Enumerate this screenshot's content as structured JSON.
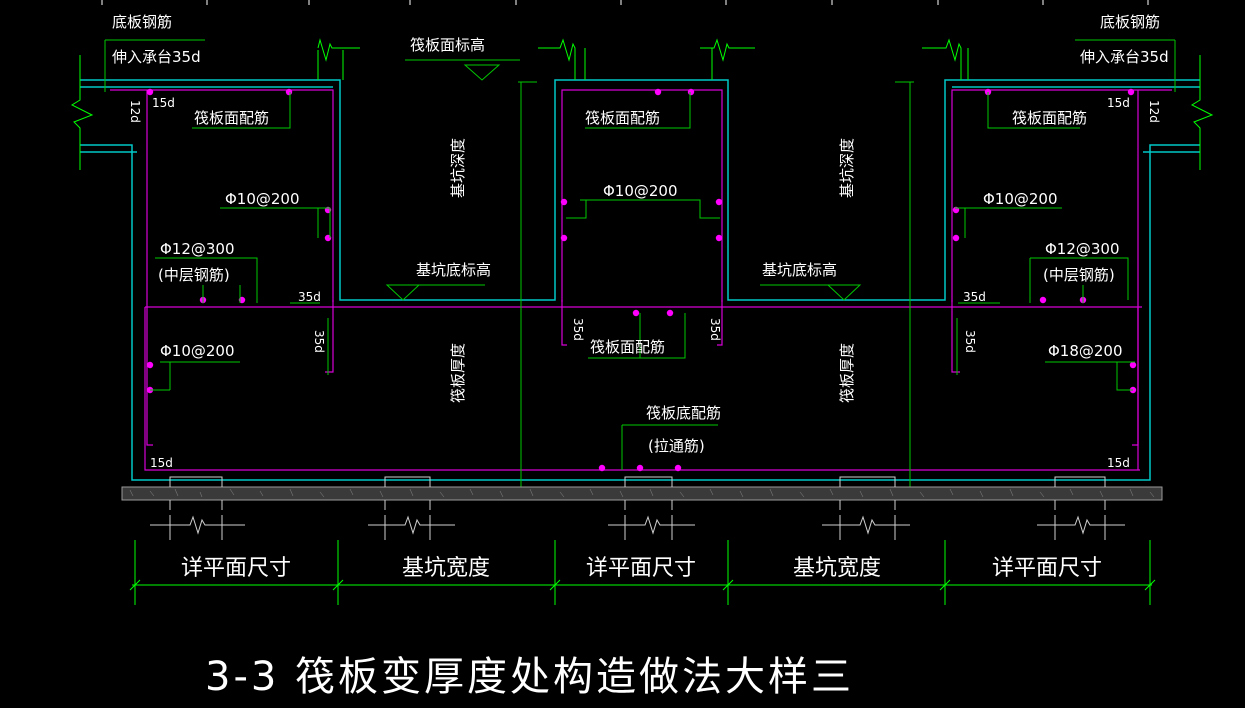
{
  "drawing": {
    "title": "3-3  筏板变厚度处构造做法大样三",
    "colors": {
      "background": "#000000",
      "concrete_outline": "#00c8c8",
      "rebar": "#d700d7",
      "leader": "#00d700",
      "rebar_dot": "#ff00ff",
      "text": "#ffffff",
      "dimension": "#00ff00"
    },
    "labels": {
      "bottom_bar_left": "底板钢筋",
      "anchor_left": "伸入承台35d",
      "bottom_bar_right": "底板钢筋",
      "anchor_right": "伸入承台35d",
      "raft_top_elev": "筏板面标高",
      "pit_bottom_elev_left": "基坑底标高",
      "pit_bottom_elev_right": "基坑底标高",
      "pit_depth_left": "基坑深度",
      "pit_depth_right": "基坑深度",
      "raft_thickness_left": "筏板厚度",
      "raft_thickness_right": "筏板厚度",
      "top_bar_left": "筏板面配筋",
      "top_bar_center": "筏板面配筋",
      "top_bar_right": "筏板面配筋",
      "top_bar_mid_center": "筏板面配筋",
      "bottom_bar_center": "筏板底配筋",
      "through_bar": "(拉通筋)",
      "phi10_left_top": "Φ10@200",
      "phi10_center": "Φ10@200",
      "phi10_right_top": "Φ10@200",
      "phi12_left": "Φ12@300",
      "phi12_right": "Φ12@300",
      "mid_bar_left": "(中层钢筋)",
      "mid_bar_right": "(中层钢筋)",
      "phi10_left_bottom": "Φ10@200",
      "phi18_right_bottom": "Φ18@200",
      "d15_tl": "15d",
      "d12_tl": "12d",
      "d15_tr": "15d",
      "d12_tr": "12d",
      "d35_left_h": "35d",
      "d35_right_h": "35d",
      "d35_left_v": "35d",
      "d35_right_v": "35d",
      "d35_center_l": "35d",
      "d35_center_r": "35d",
      "d15_bl": "15d",
      "d15_br": "15d"
    },
    "dimensions": [
      "详平面尺寸",
      "基坑宽度",
      "详平面尺寸",
      "基坑宽度",
      "详平面尺寸"
    ]
  }
}
